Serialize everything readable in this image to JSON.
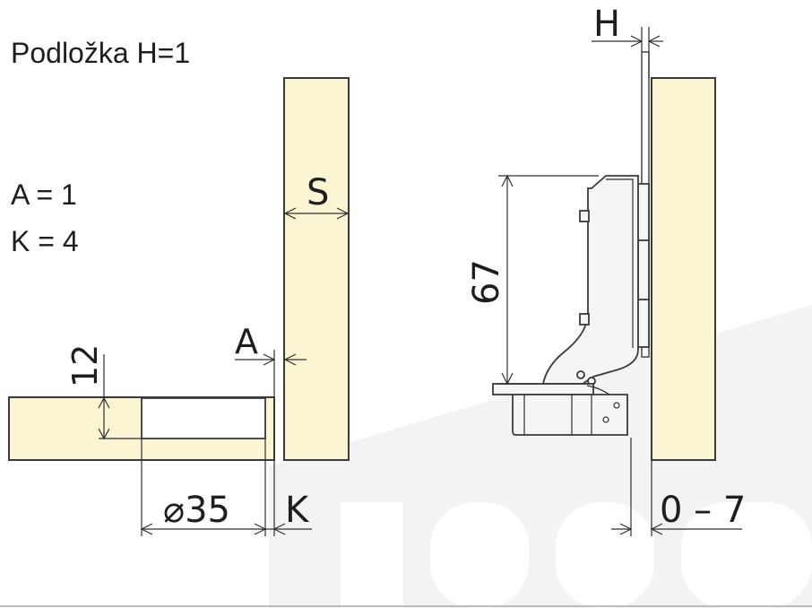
{
  "title": "Podložka H=1",
  "params": {
    "a": "A = 1",
    "k": "K = 4"
  },
  "dims": {
    "a": "A",
    "s": "S",
    "depth": "12",
    "diameter": "⌀35",
    "k": "K",
    "height": "67",
    "h": "H",
    "overlay": "0 – 7"
  },
  "colors": {
    "board": "#fbf5d3",
    "line": "#2f2f2f",
    "metal": "#f4f4f4"
  }
}
